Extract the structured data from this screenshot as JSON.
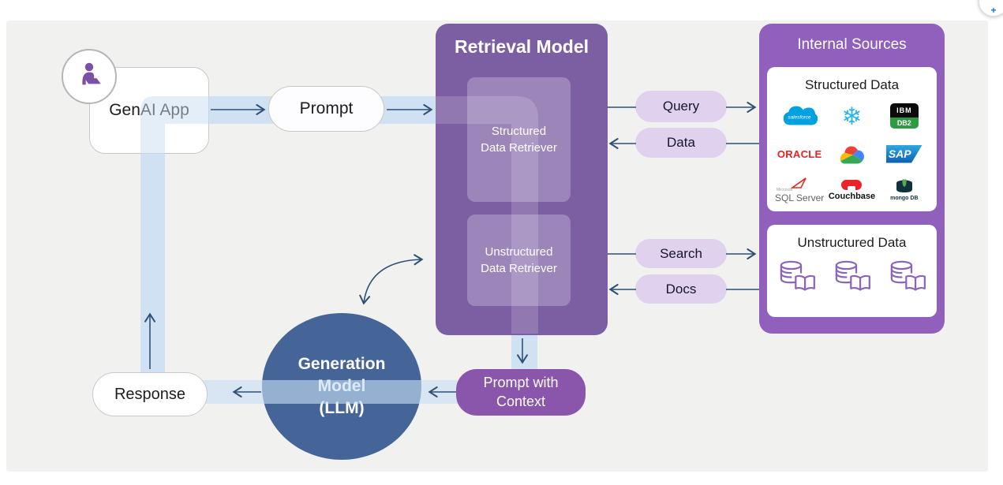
{
  "diagram": {
    "genai_app": {
      "label": "GenAI App"
    },
    "prompt_pill": {
      "label": "Prompt"
    },
    "retrieval_model": {
      "title": "Retrieval Model",
      "structured_retriever": "Structured\nData Retriever",
      "unstructured_retriever": "Unstructured\nData Retriever"
    },
    "exchange_pills": {
      "query": "Query",
      "data": "Data",
      "search": "Search",
      "docs": "Docs"
    },
    "internal_sources": {
      "title": "Internal Sources",
      "structured_card": {
        "title": "Structured Data"
      },
      "unstructured_card": {
        "title": "Unstructured Data"
      }
    },
    "generation_model": {
      "label": "Generation\nModel\n(LLM)"
    },
    "prompt_with_context": {
      "label": "Prompt with\nContext"
    },
    "response_pill": {
      "label": "Response"
    }
  },
  "logos": {
    "salesforce": "salesforce",
    "ibm_top": "IBM",
    "ibm_bottom": "DB2",
    "oracle": "ORACLE",
    "sap": "SAP",
    "microsoft": "Microsoft",
    "sql_server": "SQL Server",
    "couchbase": "Couchbase",
    "mongodb": "mongo DB"
  },
  "corner_button": {
    "glyph": "+"
  },
  "colors": {
    "canvas_bg": "#f1f1ef",
    "retrieval_purple": "#7c5fa3",
    "sources_purple": "#9160bd",
    "context_purple": "#8a56ab",
    "pill_lavender": "#e0d2ef",
    "generation_blue": "#456598",
    "flow_band": "#cfe1f3",
    "arrow": "#2e5077",
    "icon_purple": "#7b50a5"
  }
}
